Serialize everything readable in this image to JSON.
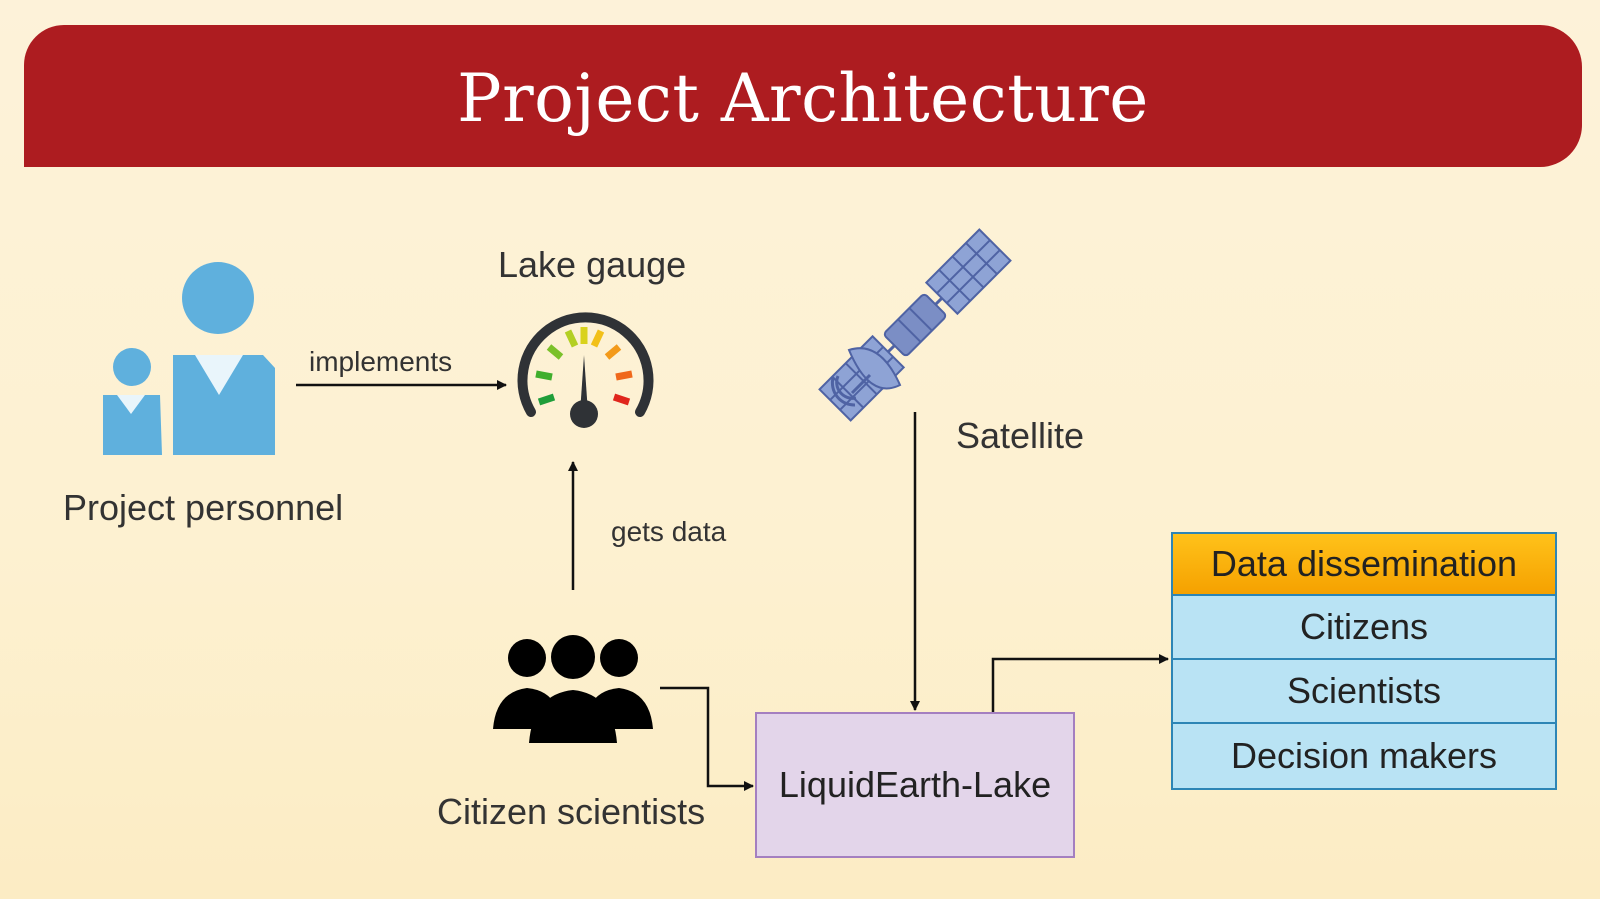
{
  "title": "Project Architecture",
  "nodes": {
    "project_personnel": "Project personnel",
    "lake_gauge": "Lake gauge",
    "satellite": "Satellite",
    "citizen_scientists": "Citizen scientists",
    "liquidearth": "LiquidEarth-Lake"
  },
  "edges": {
    "implements": "implements",
    "gets_data": "gets data"
  },
  "dissemination": {
    "header": "Data dissemination",
    "items": [
      "Citizens",
      "Scientists",
      "Decision makers"
    ]
  },
  "colors": {
    "title_bar": "#ad1c20",
    "background": "#fdf2d9",
    "liquidearth_box": "#e3d5ea",
    "dissemination_header": "#f5a100",
    "dissemination_rows": "#b9e3f4"
  },
  "icons": {
    "project_personnel": "people-icon",
    "lake_gauge": "gauge-icon",
    "satellite": "satellite-icon",
    "citizen_scientists": "group-icon"
  }
}
